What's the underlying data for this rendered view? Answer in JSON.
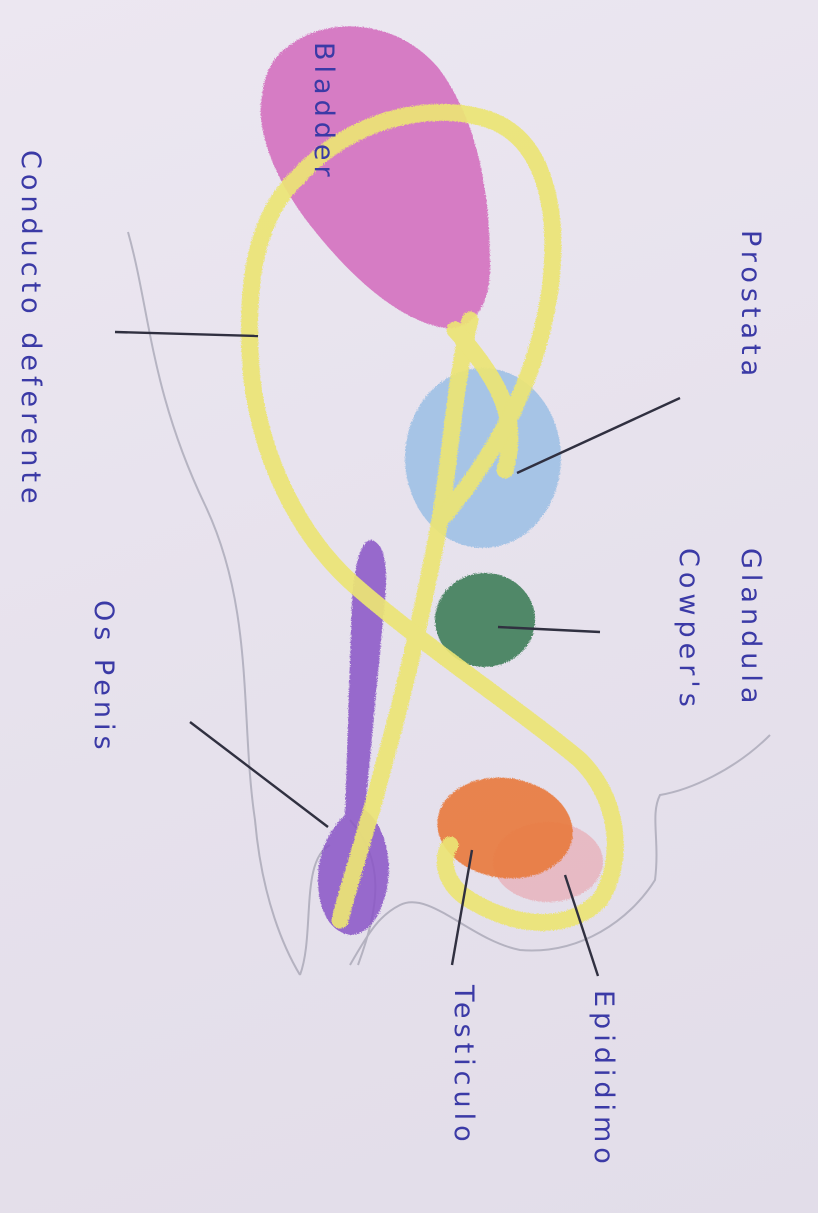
{
  "labels": {
    "prostate": "Prostata",
    "bladder": "Bladder",
    "vas_deferens": "Conducto deferente",
    "cowpers_line1": "Glandula",
    "cowpers_line2": "Cowper's",
    "os_penis": "Os Penis",
    "epididymis": "Epididimo",
    "testicle": "Testiculo"
  },
  "colors": {
    "paper": "#e9e4ef",
    "ink_text": "#3b3aa6",
    "bladder": "#d36bbd",
    "urethra_duct": "#ece574",
    "prostate": "#9fc1e6",
    "cowpers_gland": "#3f7f5a",
    "os_penis": "#8a55c7",
    "testicle": "#e97a3c",
    "epididymis": "#e8b7c0",
    "leader_line": "#303040",
    "outline": "#a9a7b6"
  }
}
